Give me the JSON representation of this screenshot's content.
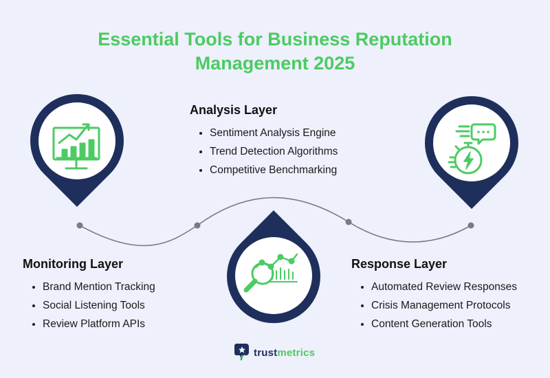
{
  "title": {
    "line1": "Essential Tools for Business Reputation",
    "line2": "Management 2025"
  },
  "layers": {
    "analysis": {
      "heading": "Analysis Layer",
      "items": [
        "Sentiment Analysis Engine",
        "Trend Detection Algorithms",
        "Competitive Benchmarking"
      ]
    },
    "monitoring": {
      "heading": "Monitoring Layer",
      "items": [
        "Brand Mention Tracking",
        "Social Listening Tools",
        "Review Platform APIs"
      ]
    },
    "response": {
      "heading": "Response Layer",
      "items": [
        "Automated Review Responses",
        "Crisis Management Protocols",
        "Content Generation Tools"
      ]
    }
  },
  "icons": {
    "monitoring": "monitor-growth-chart-icon",
    "analysis": "magnifier-line-chart-icon",
    "response": "stopwatch-chat-bubble-icon"
  },
  "logo": {
    "part1": "trust",
    "part2": "metrics",
    "icon": "thumb-star-icon"
  },
  "colors": {
    "background": "#eef0fb",
    "accent": "#4ccb63",
    "pin": "#1f2f5c",
    "text": "#111111",
    "connector": "#7a7a82"
  }
}
